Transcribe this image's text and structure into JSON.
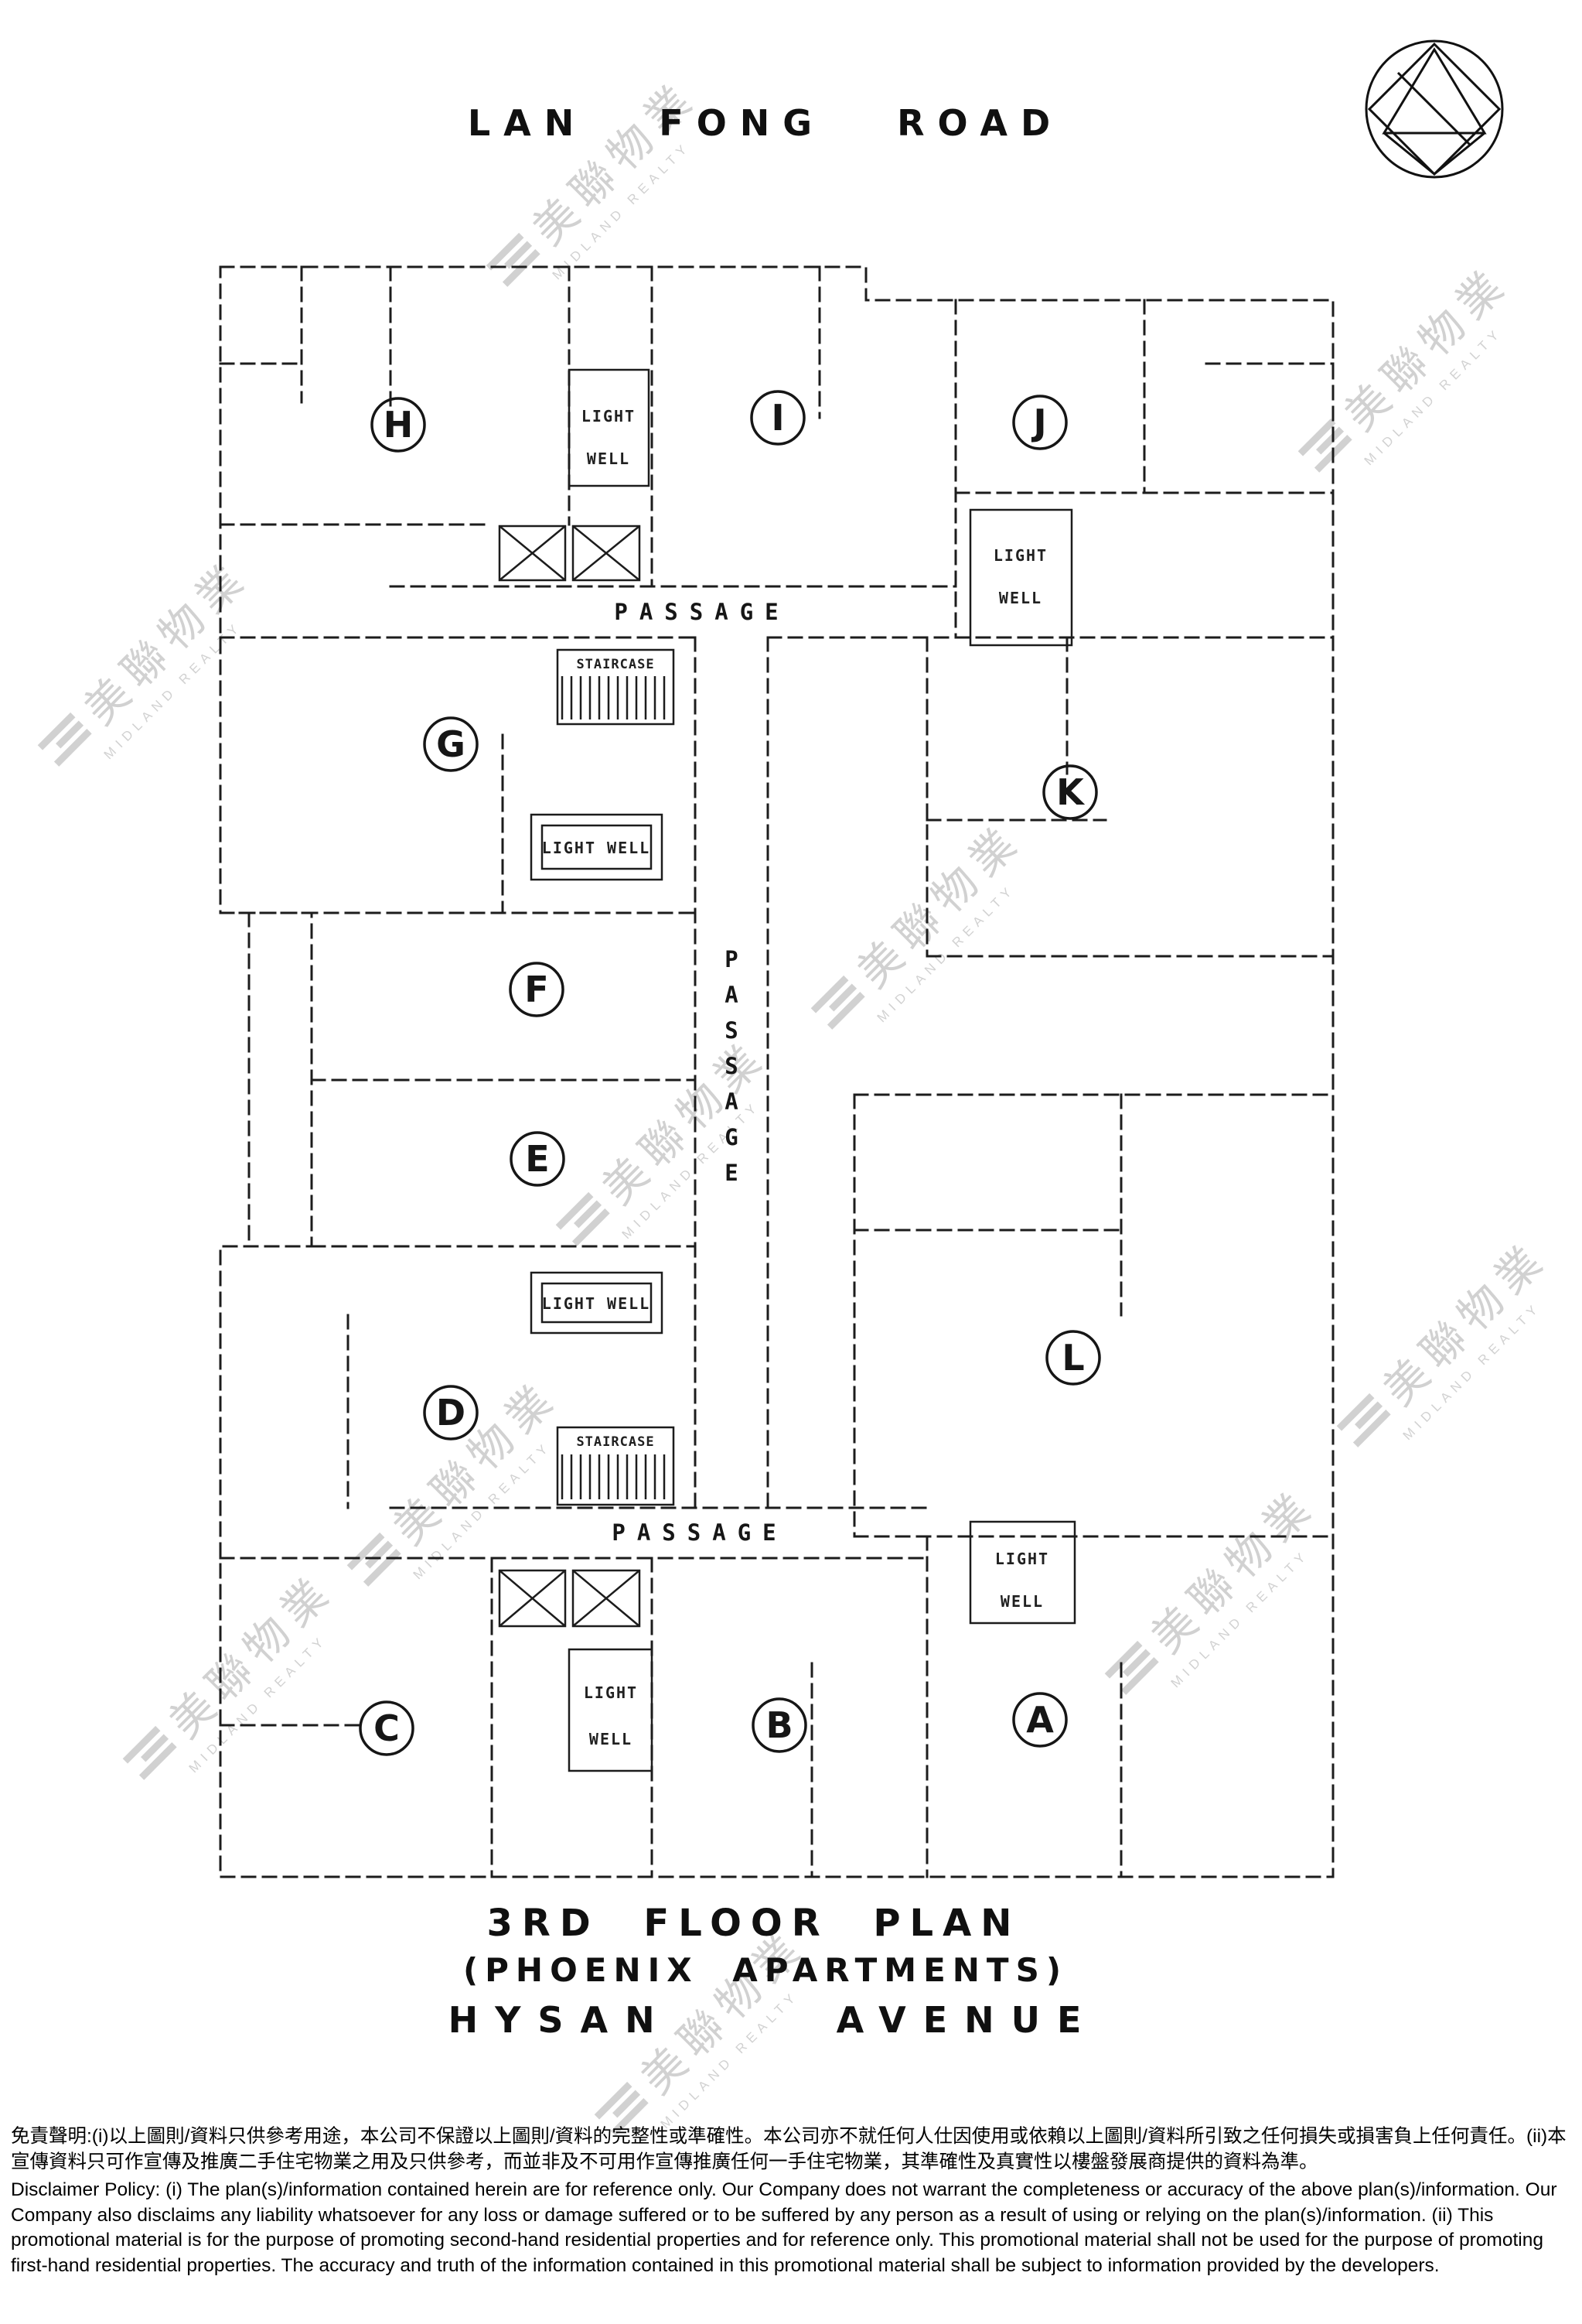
{
  "header": {
    "road_top": "LAN FONG ROAD"
  },
  "footer": {
    "title_line1": "3RD FLOOR PLAN",
    "title_line2": "(PHOENIX APARTMENTS)",
    "road_bottom": "HYSAN AVENUE"
  },
  "plan": {
    "units": [
      {
        "label": "H"
      },
      {
        "label": "I"
      },
      {
        "label": "J"
      },
      {
        "label": "G"
      },
      {
        "label": "K"
      },
      {
        "label": "F"
      },
      {
        "label": "E"
      },
      {
        "label": "D"
      },
      {
        "label": "L"
      },
      {
        "label": "C"
      },
      {
        "label": "B"
      },
      {
        "label": "A"
      }
    ],
    "labels": {
      "light": "LIGHT",
      "well": "WELL",
      "light_well": "LIGHT WELL",
      "passage": "PASSAGE",
      "staircase": "STAIRCASE"
    },
    "line_color": "#1c1c1c"
  },
  "watermark": {
    "cn": "美聯物業",
    "en": "MIDLAND REALTY"
  },
  "disclaimer": {
    "zh": "免責聲明:(i)以上圖則/資料只供參考用途，本公司不保證以上圖則/資料的完整性或準確性。本公司亦不就任何人仕因使用或依賴以上圖則/資料所引致之任何損失或損害負上任何責任。(ii)本宣傳資料只可作宣傳及推廣二手住宅物業之用及只供參考，而並非及不可用作宣傳推廣任何一手住宅物業，其準確性及真實性以樓盤發展商提供的資料為準。",
    "en": "Disclaimer Policy: (i) The plan(s)/information contained herein are for reference only. Our Company does not warrant the completeness or accuracy of the above plan(s)/information. Our Company also disclaims any liability whatsoever for any loss or damage suffered or to be suffered by any person as a result of using or relying on the plan(s)/information. (ii) This promotional material is for the purpose of promoting second-hand residential properties and for reference only. This promotional material shall not be used for the purpose of promoting first-hand residential properties. The accuracy and truth of the information contained in this promotional material shall be subject to information provided by the developers."
  }
}
